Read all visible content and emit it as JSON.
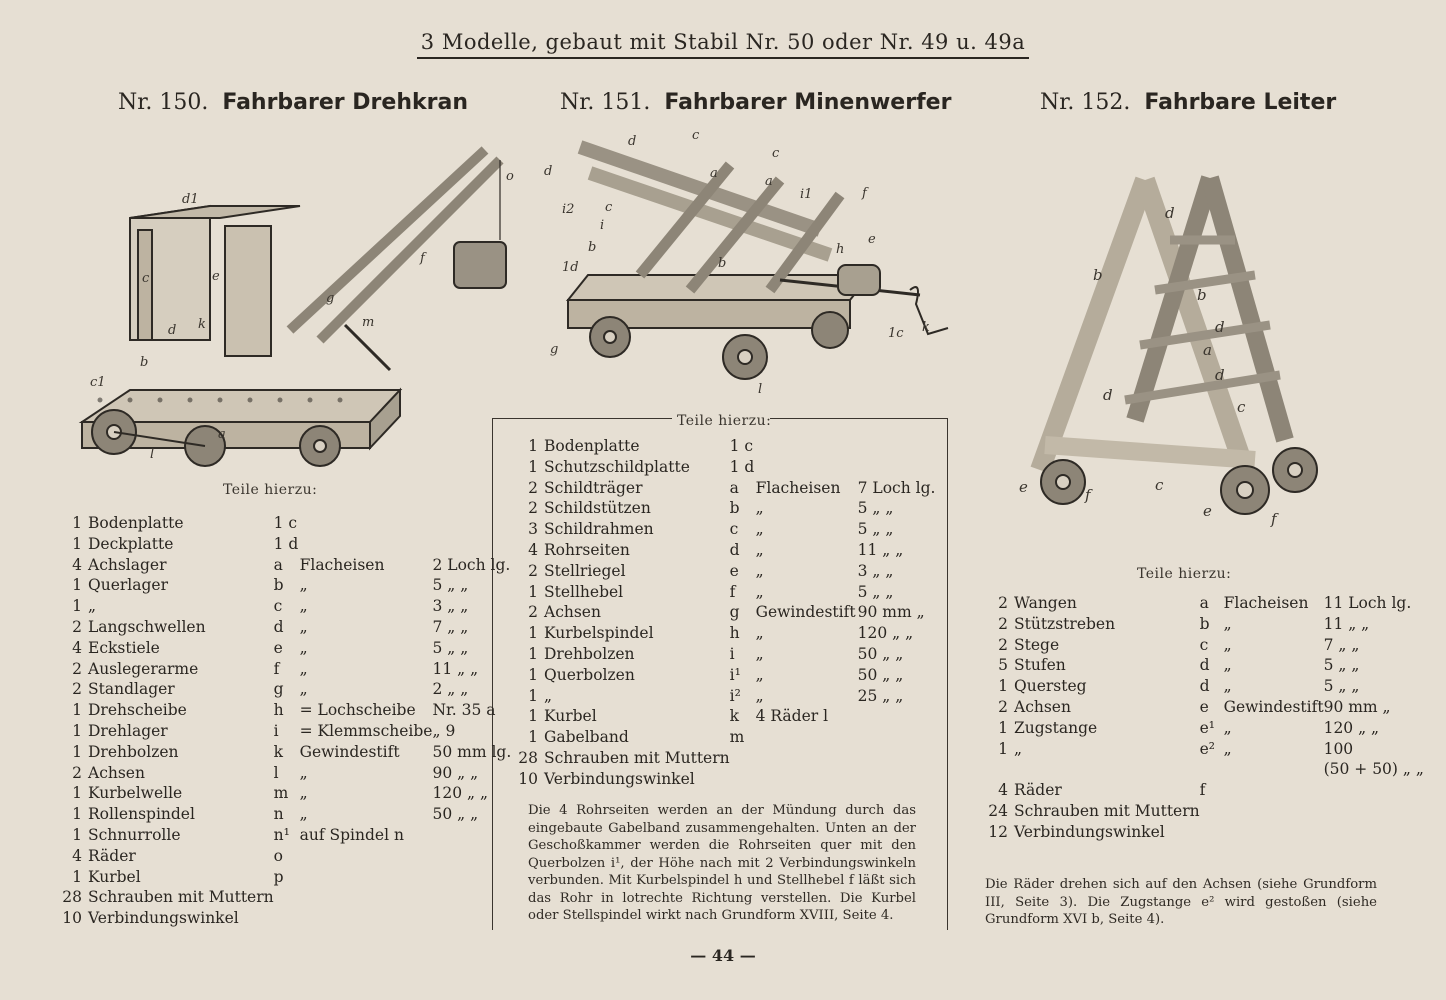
{
  "header": "3 Modelle, gebaut mit Stabil Nr. 50 oder Nr. 49 u. 49a",
  "models": [
    {
      "number": "Nr. 150.",
      "title": "Fahrbarer Drehkran",
      "figure_labels": [
        "d1",
        "c",
        "e",
        "d",
        "k",
        "b",
        "c1",
        "a",
        "l",
        "g",
        "f",
        "o",
        "m"
      ],
      "parts_heading": "Teile hierzu:",
      "parts": [
        {
          "qty": "1",
          "name": "Bodenplatte",
          "code": "1 c",
          "material": "",
          "size": ""
        },
        {
          "qty": "1",
          "name": "Deckplatte",
          "code": "1 d",
          "material": "",
          "size": ""
        },
        {
          "qty": "4",
          "name": "Achslager",
          "code": "a",
          "material": "Flacheisen",
          "size": "2 Loch lg."
        },
        {
          "qty": "1",
          "name": "Querlager",
          "code": "b",
          "material": "„",
          "size": "5 „ „"
        },
        {
          "qty": "1",
          "name": "„",
          "code": "c",
          "material": "„",
          "size": "3 „ „"
        },
        {
          "qty": "2",
          "name": "Langschwellen",
          "code": "d",
          "material": "„",
          "size": "7 „ „"
        },
        {
          "qty": "4",
          "name": "Eckstiele",
          "code": "e",
          "material": "„",
          "size": "5 „ „"
        },
        {
          "qty": "2",
          "name": "Auslegerarme",
          "code": "f",
          "material": "„",
          "size": "11 „ „"
        },
        {
          "qty": "2",
          "name": "Standlager",
          "code": "g",
          "material": "„",
          "size": "2 „ „"
        },
        {
          "qty": "1",
          "name": "Drehscheibe",
          "code": "h",
          "material": "= Lochscheibe",
          "size": "Nr. 35 a"
        },
        {
          "qty": "1",
          "name": "Drehlager",
          "code": "i",
          "material": "= Klemmscheibe",
          "size": "„ 9"
        },
        {
          "qty": "1",
          "name": "Drehbolzen",
          "code": "k",
          "material": "Gewindestift",
          "size": "50 mm lg."
        },
        {
          "qty": "2",
          "name": "Achsen",
          "code": "l",
          "material": "„",
          "size": "90 „ „"
        },
        {
          "qty": "1",
          "name": "Kurbelwelle",
          "code": "m",
          "material": "„",
          "size": "120 „ „"
        },
        {
          "qty": "1",
          "name": "Rollenspindel",
          "code": "n",
          "material": "„",
          "size": "50 „ „"
        },
        {
          "qty": "1",
          "name": "Schnurrolle",
          "code": "n¹",
          "material": "auf Spindel n",
          "size": ""
        },
        {
          "qty": "4",
          "name": "Räder",
          "code": "o",
          "material": "",
          "size": ""
        },
        {
          "qty": "1",
          "name": "Kurbel",
          "code": "p",
          "material": "",
          "size": ""
        },
        {
          "qty": "28",
          "name": "Schrauben mit Muttern",
          "code": "",
          "material": "",
          "size": ""
        },
        {
          "qty": "10",
          "name": "Verbindungswinkel",
          "code": "",
          "material": "",
          "size": ""
        }
      ]
    },
    {
      "number": "Nr. 151.",
      "title": "Fahrbarer Minenwerfer",
      "figure_labels": [
        "d",
        "c",
        "c",
        "a",
        "a",
        "i1",
        "f",
        "d",
        "i2",
        "c",
        "i",
        "b",
        "1d",
        "b",
        "h",
        "e",
        "g",
        "1c",
        "k",
        "l"
      ],
      "parts_heading": "Teile hierzu:",
      "parts": [
        {
          "qty": "1",
          "name": "Bodenplatte",
          "code": "1 c",
          "material": "",
          "size": ""
        },
        {
          "qty": "1",
          "name": "Schutzschildplatte",
          "code": "1 d",
          "material": "",
          "size": ""
        },
        {
          "qty": "2",
          "name": "Schildträger",
          "code": "a",
          "material": "Flacheisen",
          "size": "7 Loch lg."
        },
        {
          "qty": "2",
          "name": "Schildstützen",
          "code": "b",
          "material": "„",
          "size": "5 „ „"
        },
        {
          "qty": "3",
          "name": "Schildrahmen",
          "code": "c",
          "material": "„",
          "size": "5 „ „"
        },
        {
          "qty": "4",
          "name": "Rohrseiten",
          "code": "d",
          "material": "„",
          "size": "11 „ „"
        },
        {
          "qty": "2",
          "name": "Stellriegel",
          "code": "e",
          "material": "„",
          "size": "3 „ „"
        },
        {
          "qty": "1",
          "name": "Stellhebel",
          "code": "f",
          "material": "„",
          "size": "5 „ „"
        },
        {
          "qty": "2",
          "name": "Achsen",
          "code": "g",
          "material": "Gewindestift",
          "size": "90 mm „"
        },
        {
          "qty": "1",
          "name": "Kurbelspindel",
          "code": "h",
          "material": "„",
          "size": "120 „ „"
        },
        {
          "qty": "1",
          "name": "Drehbolzen",
          "code": "i",
          "material": "„",
          "size": "50 „ „"
        },
        {
          "qty": "1",
          "name": "Querbolzen",
          "code": "i¹",
          "material": "„",
          "size": "50 „ „"
        },
        {
          "qty": "1",
          "name": "„",
          "code": "i²",
          "material": "„",
          "size": "25 „ „"
        },
        {
          "qty": "1",
          "name": "Kurbel",
          "code": "k",
          "material": "4 Räder l",
          "size": ""
        },
        {
          "qty": "1",
          "name": "Gabelband",
          "code": "m",
          "material": "",
          "size": ""
        },
        {
          "qty": "28",
          "name": "Schrauben mit Muttern",
          "code": "",
          "material": "",
          "size": ""
        },
        {
          "qty": "10",
          "name": "Verbindungswinkel",
          "code": "",
          "material": "",
          "size": ""
        }
      ],
      "note": "Die 4 Rohrseiten werden an der Mündung durch das eingebaute Gabelband zusammengehalten. Unten an der Geschoßkammer werden die Rohrseiten quer mit den Querbolzen i¹, der Höhe nach mit 2 Verbindungswinkeln verbunden. Mit Kurbelspindel h und Stellhebel f läßt sich das Rohr in lotrechte Richtung verstellen. Die Kurbel oder Stellspindel wirkt nach Grundform XVIII, Seite 4."
    },
    {
      "number": "Nr. 152.",
      "title": "Fahrbare Leiter",
      "figure_labels": [
        "d",
        "b",
        "b",
        "d",
        "d",
        "a",
        "d",
        "c",
        "e",
        "f",
        "c",
        "e",
        "f"
      ],
      "parts_heading": "Teile hierzu:",
      "parts": [
        {
          "qty": "2",
          "name": "Wangen",
          "code": "a",
          "material": "Flacheisen",
          "size": "11 Loch lg."
        },
        {
          "qty": "2",
          "name": "Stützstreben",
          "code": "b",
          "material": "„",
          "size": "11 „ „"
        },
        {
          "qty": "2",
          "name": "Stege",
          "code": "c",
          "material": "„",
          "size": "7 „ „"
        },
        {
          "qty": "5",
          "name": "Stufen",
          "code": "d",
          "material": "„",
          "size": "5 „ „"
        },
        {
          "qty": "1",
          "name": "Quersteg",
          "code": "d",
          "material": "„",
          "size": "5 „ „"
        },
        {
          "qty": "2",
          "name": "Achsen",
          "code": "e",
          "material": "Gewindestift",
          "size": "90 mm „"
        },
        {
          "qty": "1",
          "name": "Zugstange",
          "code": "e¹",
          "material": "„",
          "size": "120 „ „"
        },
        {
          "qty": "1",
          "name": "„",
          "code": "e²",
          "material": "„",
          "size": "100"
        },
        {
          "qty": "",
          "name": "",
          "code": "",
          "material": "",
          "size": "(50 + 50) „ „"
        },
        {
          "qty": "4",
          "name": "Räder",
          "code": "f",
          "material": "",
          "size": ""
        },
        {
          "qty": "24",
          "name": "Schrauben mit Muttern",
          "code": "",
          "material": "",
          "size": ""
        },
        {
          "qty": "12",
          "name": "Verbindungswinkel",
          "code": "",
          "material": "",
          "size": ""
        }
      ],
      "note": "Die Räder drehen sich auf den Achsen (siehe Grundform III, Seite 3). Die Zugstange e² wird gestoßen (siehe Grundform XVI b, Seite 4)."
    }
  ],
  "page_number": "— 44 —"
}
